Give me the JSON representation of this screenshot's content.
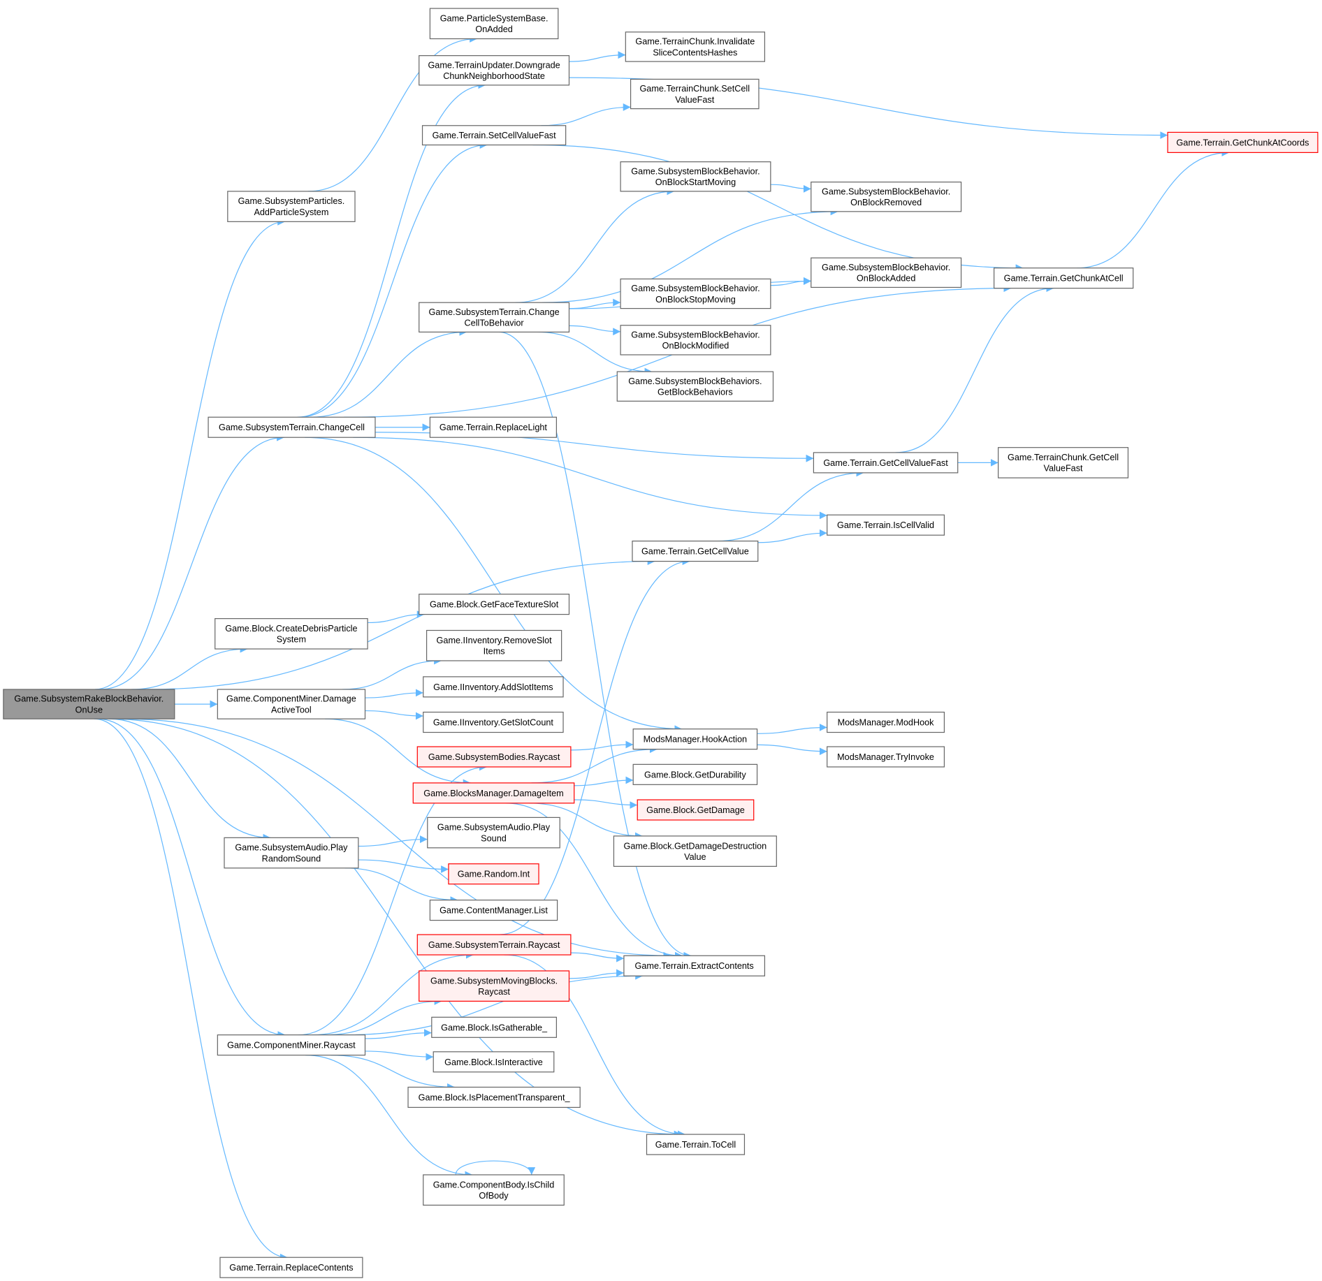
{
  "colors": {
    "edge": "#63b8ff",
    "border": "#666666",
    "highlight_fill": "#999999",
    "red_border": "#ff0000",
    "red_fill": "#fff0f0"
  },
  "nodes": [
    {
      "id": "n1",
      "lines": [
        "Game.SubsystemRakeBlockBehavior.",
        "OnUse"
      ],
      "style": "highlight"
    },
    {
      "id": "n2",
      "lines": [
        "Game.ParticleSystemBase.",
        "OnAdded"
      ],
      "style": "normal"
    },
    {
      "id": "n3",
      "lines": [
        "Game.TerrainUpdater.Downgrade",
        "ChunkNeighborhoodState"
      ],
      "style": "normal"
    },
    {
      "id": "n4",
      "lines": [
        "Game.TerrainChunk.Invalidate",
        "SliceContentsHashes"
      ],
      "style": "normal"
    },
    {
      "id": "n5",
      "lines": [
        "Game.TerrainChunk.SetCell",
        "ValueFast"
      ],
      "style": "normal"
    },
    {
      "id": "n6",
      "lines": [
        "Game.Terrain.SetCellValueFast"
      ],
      "style": "normal"
    },
    {
      "id": "n7",
      "lines": [
        "Game.Terrain.GetChunkAtCoords"
      ],
      "style": "red"
    },
    {
      "id": "n8",
      "lines": [
        "Game.SubsystemParticles.",
        "AddParticleSystem"
      ],
      "style": "normal"
    },
    {
      "id": "n9",
      "lines": [
        "Game.SubsystemBlockBehavior.",
        "OnBlockStartMoving"
      ],
      "style": "normal"
    },
    {
      "id": "n10",
      "lines": [
        "Game.SubsystemBlockBehavior.",
        "OnBlockRemoved"
      ],
      "style": "normal"
    },
    {
      "id": "n11",
      "lines": [
        "Game.SubsystemBlockBehavior.",
        "OnBlockAdded"
      ],
      "style": "normal"
    },
    {
      "id": "n12",
      "lines": [
        "Game.Terrain.GetChunkAtCell"
      ],
      "style": "normal"
    },
    {
      "id": "n13",
      "lines": [
        "Game.SubsystemTerrain.Change",
        "CellToBehavior"
      ],
      "style": "normal"
    },
    {
      "id": "n14",
      "lines": [
        "Game.SubsystemBlockBehavior.",
        "OnBlockStopMoving"
      ],
      "style": "normal"
    },
    {
      "id": "n15",
      "lines": [
        "Game.SubsystemBlockBehavior.",
        "OnBlockModified"
      ],
      "style": "normal"
    },
    {
      "id": "n16",
      "lines": [
        "Game.SubsystemBlockBehaviors.",
        "GetBlockBehaviors"
      ],
      "style": "normal"
    },
    {
      "id": "n17",
      "lines": [
        "Game.SubsystemTerrain.ChangeCell"
      ],
      "style": "normal"
    },
    {
      "id": "n18",
      "lines": [
        "Game.Terrain.ReplaceLight"
      ],
      "style": "normal"
    },
    {
      "id": "n19",
      "lines": [
        "Game.Terrain.GetCellValueFast"
      ],
      "style": "normal"
    },
    {
      "id": "n20",
      "lines": [
        "Game.TerrainChunk.GetCell",
        "ValueFast"
      ],
      "style": "normal"
    },
    {
      "id": "n21",
      "lines": [
        "Game.Terrain.IsCellValid"
      ],
      "style": "normal"
    },
    {
      "id": "n22",
      "lines": [
        "Game.Terrain.GetCellValue"
      ],
      "style": "normal"
    },
    {
      "id": "n23",
      "lines": [
        "Game.Block.GetFaceTextureSlot"
      ],
      "style": "normal"
    },
    {
      "id": "n24",
      "lines": [
        "Game.Block.CreateDebrisParticle",
        "System"
      ],
      "style": "normal"
    },
    {
      "id": "n25",
      "lines": [
        "Game.IInventory.RemoveSlot",
        "Items"
      ],
      "style": "normal"
    },
    {
      "id": "n26",
      "lines": [
        "Game.ComponentMiner.Damage",
        "ActiveTool"
      ],
      "style": "normal"
    },
    {
      "id": "n27",
      "lines": [
        "Game.IInventory.AddSlotItems"
      ],
      "style": "normal"
    },
    {
      "id": "n28",
      "lines": [
        "Game.IInventory.GetSlotCount"
      ],
      "style": "normal"
    },
    {
      "id": "n29",
      "lines": [
        "ModsManager.HookAction"
      ],
      "style": "normal"
    },
    {
      "id": "n30",
      "lines": [
        "ModsManager.ModHook"
      ],
      "style": "normal"
    },
    {
      "id": "n31",
      "lines": [
        "ModsManager.TryInvoke"
      ],
      "style": "normal"
    },
    {
      "id": "n32",
      "lines": [
        "Game.SubsystemBodies.Raycast"
      ],
      "style": "red"
    },
    {
      "id": "n33",
      "lines": [
        "Game.BlocksManager.DamageItem"
      ],
      "style": "red"
    },
    {
      "id": "n34",
      "lines": [
        "Game.Block.GetDurability"
      ],
      "style": "normal"
    },
    {
      "id": "n35",
      "lines": [
        "Game.Block.GetDamage"
      ],
      "style": "red"
    },
    {
      "id": "n36",
      "lines": [
        "Game.SubsystemAudio.Play",
        "RandomSound"
      ],
      "style": "normal"
    },
    {
      "id": "n37",
      "lines": [
        "Game.SubsystemAudio.Play",
        "Sound"
      ],
      "style": "normal"
    },
    {
      "id": "n38",
      "lines": [
        "Game.Block.GetDamageDestruction",
        "Value"
      ],
      "style": "normal"
    },
    {
      "id": "n39",
      "lines": [
        "Game.Random.Int"
      ],
      "style": "red"
    },
    {
      "id": "n40",
      "lines": [
        "Game.ContentManager.List"
      ],
      "style": "normal"
    },
    {
      "id": "n41",
      "lines": [
        "Game.SubsystemTerrain.Raycast"
      ],
      "style": "red"
    },
    {
      "id": "n42",
      "lines": [
        "Game.Terrain.ExtractContents"
      ],
      "style": "normal"
    },
    {
      "id": "n43",
      "lines": [
        "Game.SubsystemMovingBlocks.",
        "Raycast"
      ],
      "style": "red"
    },
    {
      "id": "n44",
      "lines": [
        "Game.Block.IsGatherable_"
      ],
      "style": "normal"
    },
    {
      "id": "n45",
      "lines": [
        "Game.ComponentMiner.Raycast"
      ],
      "style": "normal"
    },
    {
      "id": "n46",
      "lines": [
        "Game.Block.IsInteractive"
      ],
      "style": "normal"
    },
    {
      "id": "n47",
      "lines": [
        "Game.Block.IsPlacementTransparent_"
      ],
      "style": "normal"
    },
    {
      "id": "n48",
      "lines": [
        "Game.Terrain.ToCell"
      ],
      "style": "normal"
    },
    {
      "id": "n49",
      "lines": [
        "Game.ComponentBody.IsChild",
        "OfBody"
      ],
      "style": "normal"
    },
    {
      "id": "n50",
      "lines": [
        "Game.Terrain.ReplaceContents"
      ],
      "style": "normal"
    }
  ],
  "edges": [
    [
      "n1",
      "n8"
    ],
    [
      "n1",
      "n17"
    ],
    [
      "n1",
      "n22"
    ],
    [
      "n1",
      "n24"
    ],
    [
      "n1",
      "n26"
    ],
    [
      "n1",
      "n36"
    ],
    [
      "n1",
      "n45"
    ],
    [
      "n1",
      "n42"
    ],
    [
      "n1",
      "n48"
    ],
    [
      "n1",
      "n50"
    ],
    [
      "n8",
      "n2"
    ],
    [
      "n17",
      "n3"
    ],
    [
      "n17",
      "n6"
    ],
    [
      "n17",
      "n13"
    ],
    [
      "n17",
      "n12"
    ],
    [
      "n17",
      "n18"
    ],
    [
      "n17",
      "n19"
    ],
    [
      "n17",
      "n21"
    ],
    [
      "n17",
      "n29"
    ],
    [
      "n3",
      "n4"
    ],
    [
      "n3",
      "n7"
    ],
    [
      "n6",
      "n5"
    ],
    [
      "n6",
      "n12"
    ],
    [
      "n13",
      "n9"
    ],
    [
      "n13",
      "n10"
    ],
    [
      "n13",
      "n11"
    ],
    [
      "n13",
      "n14"
    ],
    [
      "n13",
      "n15"
    ],
    [
      "n13",
      "n16"
    ],
    [
      "n13",
      "n42"
    ],
    [
      "n9",
      "n10"
    ],
    [
      "n14",
      "n11"
    ],
    [
      "n12",
      "n7"
    ],
    [
      "n19",
      "n12"
    ],
    [
      "n19",
      "n20"
    ],
    [
      "n22",
      "n19"
    ],
    [
      "n22",
      "n21"
    ],
    [
      "n24",
      "n23"
    ],
    [
      "n26",
      "n25"
    ],
    [
      "n26",
      "n27"
    ],
    [
      "n26",
      "n28"
    ],
    [
      "n26",
      "n33"
    ],
    [
      "n29",
      "n30"
    ],
    [
      "n29",
      "n31"
    ],
    [
      "n32",
      "n29"
    ],
    [
      "n33",
      "n29"
    ],
    [
      "n33",
      "n34"
    ],
    [
      "n33",
      "n35"
    ],
    [
      "n33",
      "n38"
    ],
    [
      "n33",
      "n42"
    ],
    [
      "n36",
      "n37"
    ],
    [
      "n36",
      "n39"
    ],
    [
      "n36",
      "n40"
    ],
    [
      "n41",
      "n22"
    ],
    [
      "n41",
      "n42"
    ],
    [
      "n41",
      "n48"
    ],
    [
      "n43",
      "n42"
    ],
    [
      "n45",
      "n32"
    ],
    [
      "n45",
      "n41"
    ],
    [
      "n45",
      "n43"
    ],
    [
      "n45",
      "n44"
    ],
    [
      "n45",
      "n46"
    ],
    [
      "n45",
      "n47"
    ],
    [
      "n45",
      "n42"
    ],
    [
      "n45",
      "n49"
    ],
    [
      "n49",
      "n49"
    ]
  ]
}
